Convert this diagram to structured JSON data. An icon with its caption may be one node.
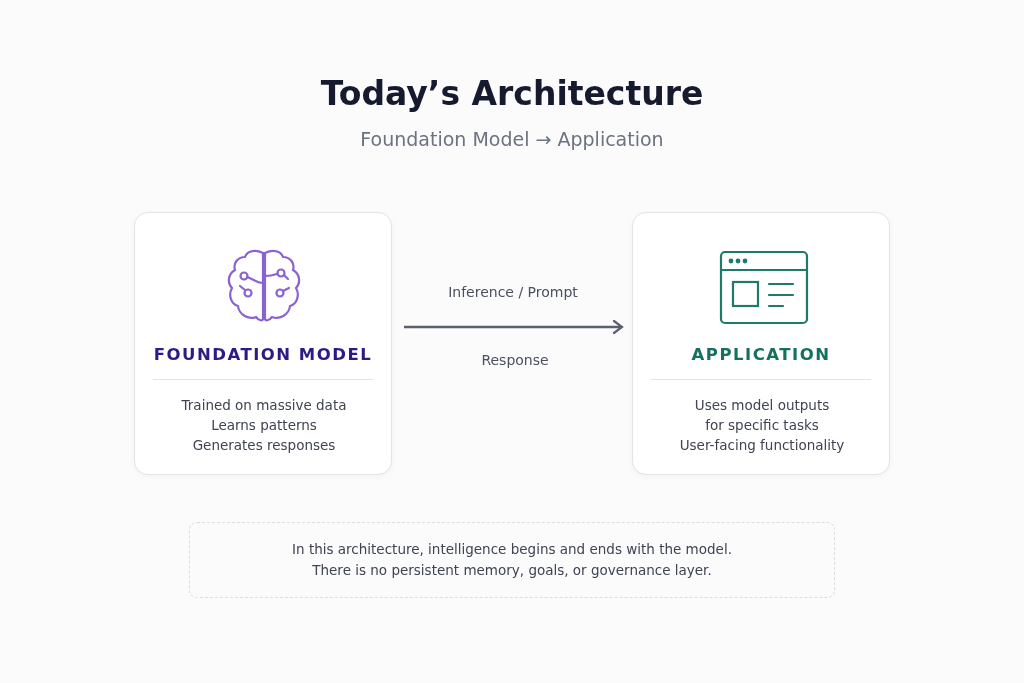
{
  "diagram": {
    "title": "Today’s Architecture",
    "caption": "Foundation Model → Application",
    "nodes": [
      {
        "text": [
          "FOUNDATION MODEL",
          "Trained on massive data",
          "Learns patterns",
          "Generates responses"
        ]
      },
      {
        "text": [
          "APPLICATION",
          "Uses model outputs for specific tasks",
          "User-facing functionality"
        ]
      },
      {
        "text": [
          "In this architecture, intelligence begins and ends with the model.",
          "There is no persistent memory, goals, or governance layer."
        ]
      }
    ],
    "edges": [
      {
        "from": 0,
        "to": 1,
        "arrow": "to",
        "label": "Inference / Prompt"
      }
    ],
    "labels": [
      "Response"
    ]
  }
}
